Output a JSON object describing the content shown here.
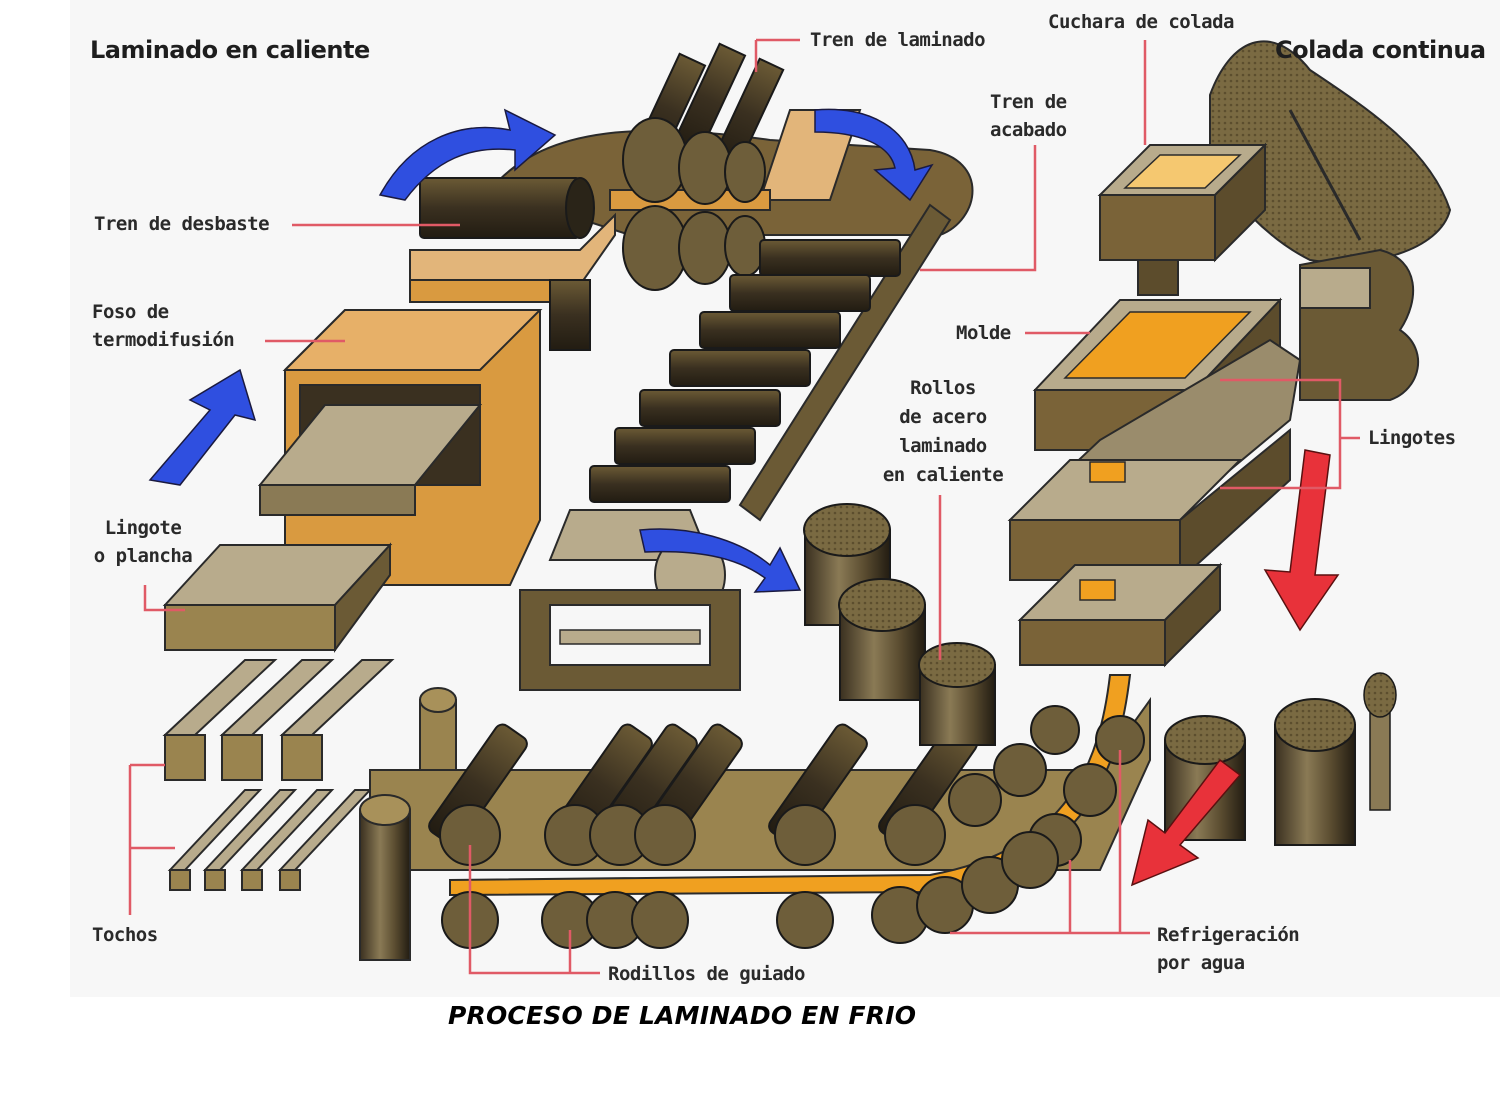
{
  "figure": {
    "sections": {
      "hot_rolling": "Laminado en caliente",
      "continuous_casting": "Colada continua"
    },
    "labels": {
      "tren_laminado": "Tren de laminado",
      "cuchara_colada": "Cuchara de colada",
      "tren_acabado": "Tren de\nacabado",
      "tren_desbaste": "Tren de desbaste",
      "foso_termodifusion": "Foso de\ntermodifusión",
      "molde": "Molde",
      "rollos_acero": "Rollos\nde acero\nlaminado\nen caliente",
      "lingotes": "Lingotes",
      "lingote_plancha": "Lingote\no plancha",
      "tochos": "Tochos",
      "rodillos_guiado": "Rodillos de guiado",
      "refrigeracion": "Refrigeración\npor agua"
    },
    "colors": {
      "flow_arrow_blue": "#2f4fe0",
      "flow_arrow_red": "#e8323a",
      "leader_line": "#e05a66",
      "steel_brown": "#6b5a35",
      "hot_slab_orange": "#f0a020",
      "furnace_tan": "#d99a40",
      "slab_grey": "#b8ab8c"
    }
  },
  "caption": "PROCESO DE LAMINADO EN FRIO"
}
